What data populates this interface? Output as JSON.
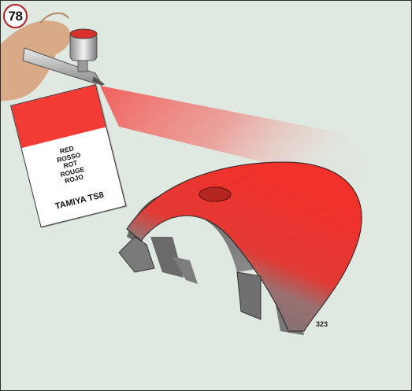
{
  "step": {
    "number": "78"
  },
  "paint_label": {
    "swatch_color": "#f23b35",
    "names": [
      "RED",
      "ROSSO",
      "ROT",
      "ROUGE",
      "ROJO"
    ],
    "product": "TAMIYA TS8"
  },
  "part": {
    "number": "323",
    "paint_color": "#ee2d2a",
    "base_color": "#6f6f6f"
  },
  "colors": {
    "background": "#dfe9e1",
    "badge_ring": "#b21f24"
  }
}
